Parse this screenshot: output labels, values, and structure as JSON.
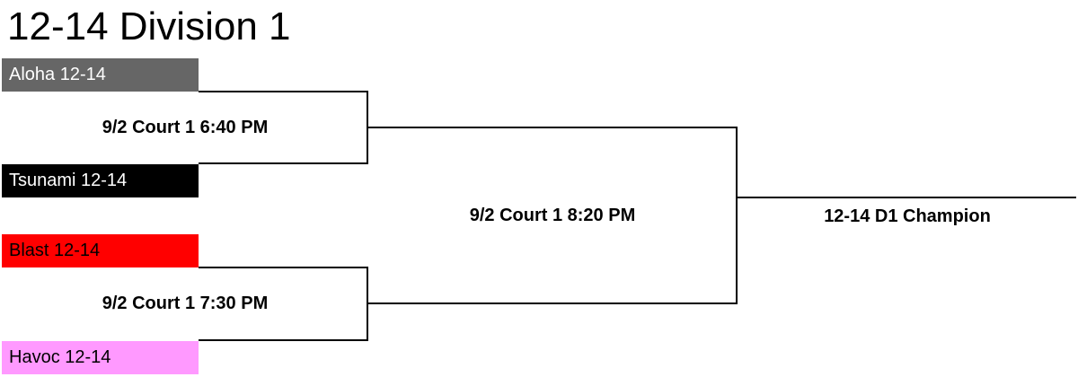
{
  "title": "12-14 Division 1",
  "colors": {
    "team_1": "#666666",
    "team_2": "#000000",
    "team_3": "#ff0000",
    "team_4": "#ff99ff"
  },
  "round_1": [
    {
      "team_top": "Aloha 12-14",
      "team_bottom": "Tsunami 12-14",
      "game": "9/2 Court 1 6:40 PM"
    },
    {
      "team_top": "Blast 12-14",
      "team_bottom": "Havoc 12-14",
      "game": "9/2 Court 1 7:30 PM"
    }
  ],
  "final": {
    "game": "9/2 Court 1 8:20 PM"
  },
  "champion": {
    "label": "12-14 D1 Champion"
  }
}
